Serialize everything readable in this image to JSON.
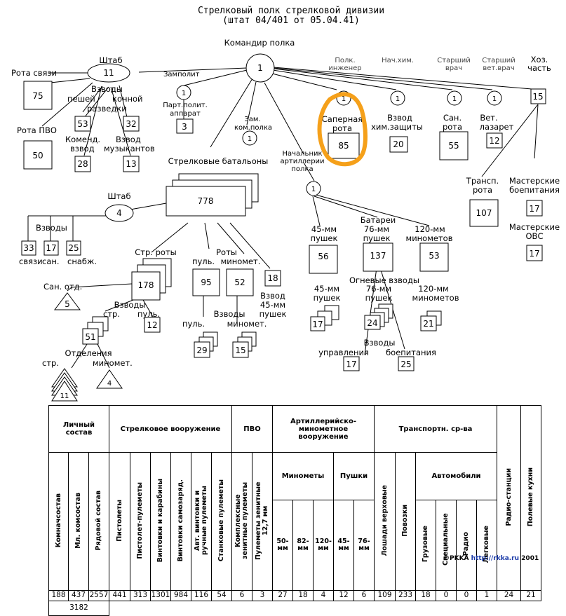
{
  "title": {
    "line1": "Стрелковый полк стрелковой дивизии",
    "line2": "(штат 04/401 от 05.04.41)"
  },
  "commander": {
    "label": "Командир полка",
    "value": "1"
  },
  "staff": {
    "label": "Штаб",
    "value": "11"
  },
  "zampolit": {
    "label": "Замполит"
  },
  "party": {
    "value": "1",
    "line1": "Парт.полит.",
    "line2": "аппарат",
    "count": "3"
  },
  "zam_kom": {
    "line1": "Зам.",
    "line2": "ком.полка",
    "value": "1"
  },
  "signal_company": {
    "label": "Рота связи",
    "value": "75"
  },
  "aa_company": {
    "label": "Рота ПВО",
    "value": "50"
  },
  "recon": {
    "title": "Взводы",
    "foot1": "пешей",
    "foot2": "разведки",
    "foot_value": "53",
    "horse": "конной",
    "horse_value": "32"
  },
  "commandant": {
    "line1": "Коменд.",
    "line2": "взвод",
    "value": "28"
  },
  "band": {
    "line1": "Взвод",
    "line2": "музыкантов",
    "value": "13"
  },
  "sappers": {
    "head_value": "1",
    "line1": "Саперная",
    "line2": "рота",
    "value": "85"
  },
  "chem": {
    "head_value": "1",
    "line1": "Взвод",
    "line2": "хим.защиты",
    "value": "20"
  },
  "med_company": {
    "head_value": "1",
    "line1": "Сан.",
    "line2": "рота",
    "value": "55"
  },
  "vet": {
    "head_value": "1",
    "line1": "Вет.",
    "line2": "лазарет",
    "value": "12"
  },
  "supply": {
    "value": "15"
  },
  "officers": {
    "engineer1": "Полк.",
    "engineer2": "инженер",
    "chem": "Нач.хим.",
    "doctor1": "Старший",
    "doctor2": "врач",
    "vet1": "Старший",
    "vet2": "вет.врач",
    "quarter1": "Хоз.",
    "quarter2": "часть"
  },
  "transport": {
    "line1": "Трансп.",
    "line2": "рота",
    "value": "107"
  },
  "workshops_supply": {
    "line1": "Мастерские",
    "line2": "боепитания",
    "value": "17"
  },
  "workshops_ovs": {
    "line1": "Мастерские",
    "line2": "ОВС",
    "value": "17"
  },
  "artillery_chief": {
    "line1": "Начальник",
    "line2": "артиллерии",
    "line3": "полка",
    "value": "1"
  },
  "batteries": {
    "line1": "Батареи",
    "g45_1": "45-мм",
    "g45_2": "пушек",
    "g45_value": "56",
    "g76_1": "76-мм",
    "g76_2": "пушек",
    "g76_value": "137",
    "m120_1": "120-мм",
    "m120_2": "минометов",
    "m120_value": "53"
  },
  "fire_platoons": {
    "label": "Огневые взводы",
    "g45_1": "45-мм",
    "g45_2": "пушек",
    "g45_value": "17",
    "g76_1": "76-мм",
    "g76_2": "пушек",
    "g76_value": "24",
    "m120_1": "120-мм",
    "m120_2": "минометов",
    "m120_value": "21"
  },
  "art_platoons": {
    "label": "Взводы",
    "control": "управления",
    "control_value": "17",
    "ammo": "боепитания",
    "ammo_value": "25"
  },
  "battalions": {
    "label": "Стрелковые батальоны",
    "value": "778"
  },
  "bn_staff": {
    "label": "Штаб",
    "value": "4"
  },
  "bn_platoons": {
    "label": "Взводы",
    "signal": "связи",
    "signal_value": "33",
    "med": "сан.",
    "med_value": "17",
    "supply": "снабж.",
    "supply_value": "25"
  },
  "rifle_companies": {
    "label": "Стр. роты",
    "value": "178"
  },
  "san_squad": {
    "label": "Сан. отд.",
    "value": "5"
  },
  "company_platoons": {
    "label": "Взводы",
    "rifle": "стр.",
    "mg": "пуль.",
    "mg_value": "12"
  },
  "rifle_platoon": {
    "value": "51"
  },
  "squads": {
    "label": "Отделения",
    "rifle": "стр.",
    "mortar": "миномет.",
    "rifle_value": "11",
    "mortar_value": "4"
  },
  "support_companies": {
    "label": "Роты",
    "mg": "пуль.",
    "mortar": "миномет.",
    "mg_value": "95",
    "mortar_value": "52"
  },
  "support_platoons": {
    "label": "Взводы",
    "mg": "пуль.",
    "mortar": "миномет.",
    "mg_value": "29",
    "mortar_value": "15"
  },
  "at_platoon": {
    "line1": "Взвод",
    "line2": "45-мм",
    "line3": "пушек",
    "value": "18"
  },
  "table": {
    "personnel": "Личный состав",
    "small_arms": "Стрелковое вооружение",
    "aa": "ПВО",
    "artillery": "Артиллерийско-минометное вооружение",
    "transport": "Транспортн. ср-ва",
    "radio": "Радио-станции",
    "telephones": "Полевые кухни",
    "col_command": "Комначсостав",
    "col_junior": "Мл. комсостав",
    "col_rank": "Рядовой состав",
    "col_pistols": "Пистолеты",
    "col_smg": "Пистолет-пулеметы",
    "col_rifles": "Винтовки и карабины",
    "col_semi": "Винтовки самозаряд.",
    "col_lmg": "Авт. винтовки и ручные пулеметы",
    "col_hmg": "Станковые пулеметы",
    "col_aa_mg": "Комплексные зенитные пулеметы",
    "col_hmg127": "Пулеметы зенитные 12,7 мм",
    "mortars": "Минометы",
    "guns": "Пушки",
    "auto": "Автомобили",
    "col_m50": "50-мм",
    "col_m82": "82-мм",
    "col_m120": "120-мм",
    "col_g45": "45-мм",
    "col_g76": "76-мм",
    "col_horses": "Лошади верховые",
    "col_wagons": "Повозки",
    "col_trucks": "Грузовые",
    "col_special": "Специальные",
    "col_radio_cars": "Радио",
    "col_cars": "Легковые",
    "values": [
      "188",
      "437",
      "2557",
      "441",
      "313",
      "1301",
      "984",
      "116",
      "54",
      "6",
      "3",
      "27",
      "18",
      "4",
      "12",
      "6",
      "109",
      "233",
      "18",
      "0",
      "0",
      "1",
      "24",
      "21"
    ],
    "total": "3182"
  },
  "footer": {
    "prefix": "©PKKA",
    "url": "http://rkka.ru",
    "year": "2001"
  },
  "colors": {
    "highlight": "#f5a01a",
    "url": "#1a3aa8"
  }
}
